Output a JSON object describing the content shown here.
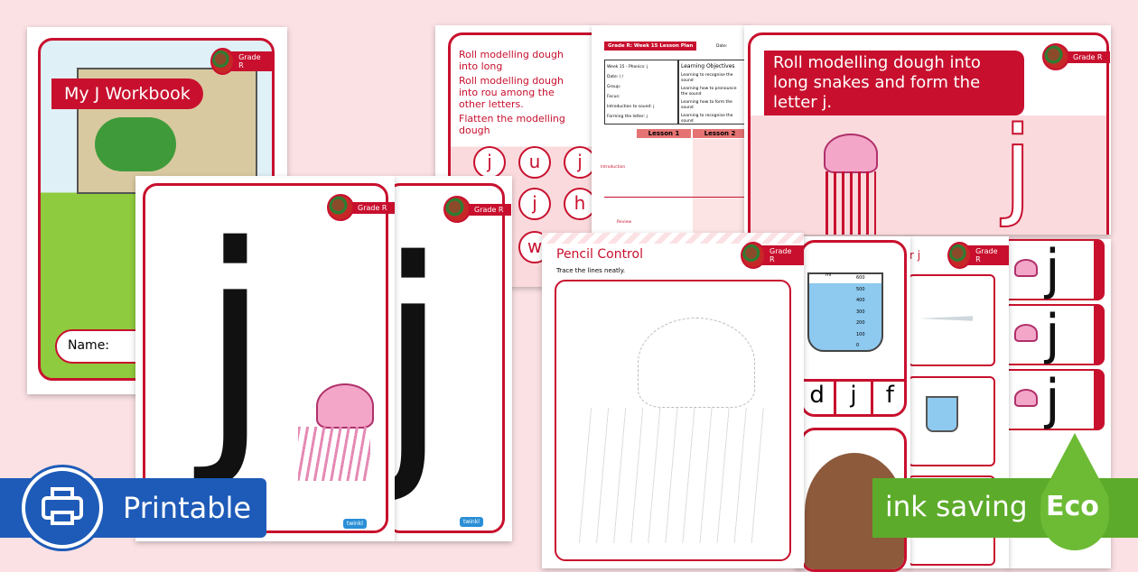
{
  "workbook": {
    "title": "My J Workbook",
    "name_label": "Name:",
    "grade": "Grade R"
  },
  "dough_card": {
    "bullets": [
      "Roll modelling dough into long",
      "Roll modelling dough into rou among the other letters.",
      "Flatten the modelling dough"
    ],
    "letters": [
      "j",
      "u",
      "j",
      "j",
      "h",
      "w"
    ]
  },
  "lesson_plan": {
    "title": "Grade R: Week 15 Lesson Plan",
    "date_label": "Date:",
    "rows": [
      "Week 15 - Phonics: j",
      "Date: / /",
      "Group:",
      "Focus:",
      "Introduction to sound: j",
      "Forming the letter: j"
    ],
    "objectives_title": "Learning Objectives",
    "objectives": [
      "Learning to recognise the sound",
      "Learning how to pronounce the sound",
      "Learning how to form the sound",
      "Learning to recognise the sound"
    ],
    "lesson1": "Lesson 1",
    "lesson2": "Lesson 2",
    "intro": "Introduction",
    "review": "Review"
  },
  "dough_big": {
    "instruction": "Roll modelling dough into long snakes and form the letter j.",
    "grade": "Grade R",
    "letter": "j"
  },
  "letter_cards": [
    {
      "letter": "j",
      "grade": "Grade R",
      "logo": "twinkl"
    },
    {
      "letter": "j",
      "grade": "Grade R",
      "logo": "twinkl"
    }
  ],
  "pencil": {
    "title": "Pencil Control",
    "subtitle": "Trace the lines neatly.",
    "grade": "Grade R"
  },
  "jug_card": {
    "unit": "ml",
    "scale": [
      "600",
      "500",
      "400",
      "300",
      "200",
      "100",
      "0"
    ],
    "choices": [
      "d",
      "j",
      "f"
    ]
  },
  "picture_card": {
    "title_fragment": "r j",
    "grade": "Grade R"
  },
  "flashcards": [
    "j",
    "j",
    "j"
  ],
  "printable": {
    "label": "Printable",
    "icon": "printer-icon",
    "color": "#1e5bb8"
  },
  "eco": {
    "label": "ink saving",
    "eco": "Eco",
    "icon": "leaf-icon",
    "color": "#5cab2a"
  },
  "colors": {
    "accent": "#c8102e",
    "background": "#fbe1e4"
  }
}
